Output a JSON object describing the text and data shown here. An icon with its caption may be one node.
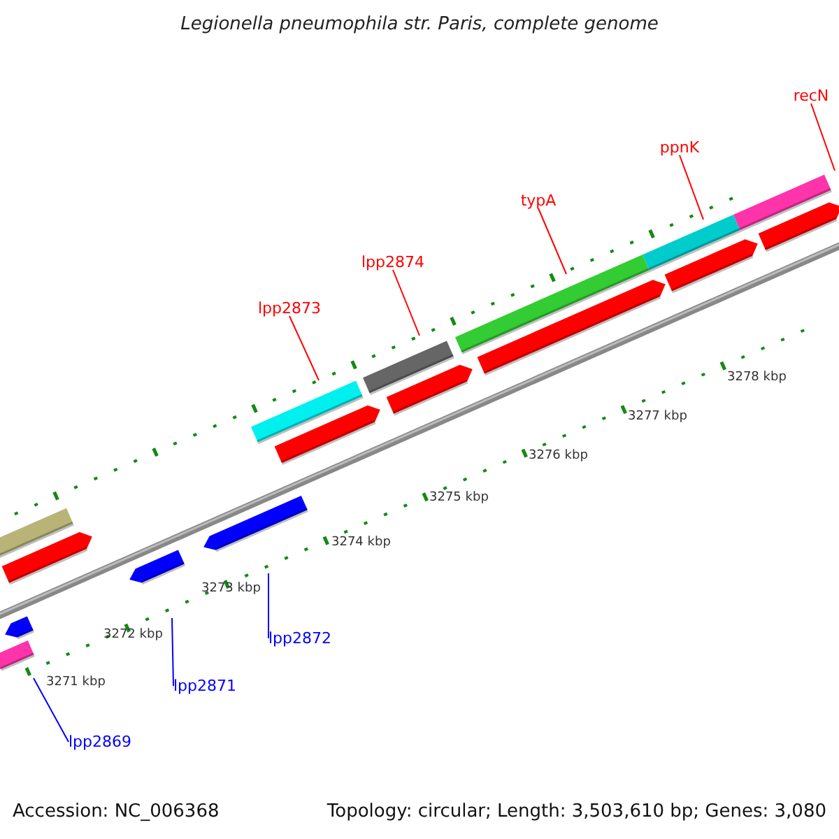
{
  "diagram": {
    "title": "Legionella pneumophila str. Paris, complete genome",
    "nodes": [
      {
        "text": [
          "recN"
        ]
      },
      {
        "text": [
          "ppnK"
        ]
      },
      {
        "text": [
          "typA"
        ]
      },
      {
        "text": [
          "lpp2874"
        ]
      },
      {
        "text": [
          "lpp2873"
        ]
      },
      {
        "text": [
          "lpp2872"
        ]
      },
      {
        "text": [
          "lpp2871"
        ]
      },
      {
        "text": [
          "lpp2869"
        ]
      }
    ],
    "edges": [
      {
        "from": 0,
        "to": null,
        "arrow": "none"
      },
      {
        "from": 1,
        "to": null,
        "arrow": "none"
      },
      {
        "from": 2,
        "to": null,
        "arrow": "none"
      },
      {
        "from": 3,
        "to": null,
        "arrow": "none"
      },
      {
        "from": 4,
        "to": null,
        "arrow": "none"
      },
      {
        "from": 5,
        "to": null,
        "arrow": "none",
        "color": "#0000ff"
      },
      {
        "from": 6,
        "to": null,
        "arrow": "none",
        "color": "#0000ff"
      },
      {
        "from": 7,
        "to": null,
        "arrow": "none",
        "color": "#0000ff"
      }
    ],
    "labels": [
      "3278 kbp",
      "3277 kbp",
      "3276 kbp",
      "3275 kbp",
      "3274 kbp",
      "3273 kbp",
      "3272 kbp",
      "3271 kbp",
      "Accession: NC_006368",
      "Topology: circular; Length: 3,503,610 bp; Genes: 3,080"
    ]
  }
}
